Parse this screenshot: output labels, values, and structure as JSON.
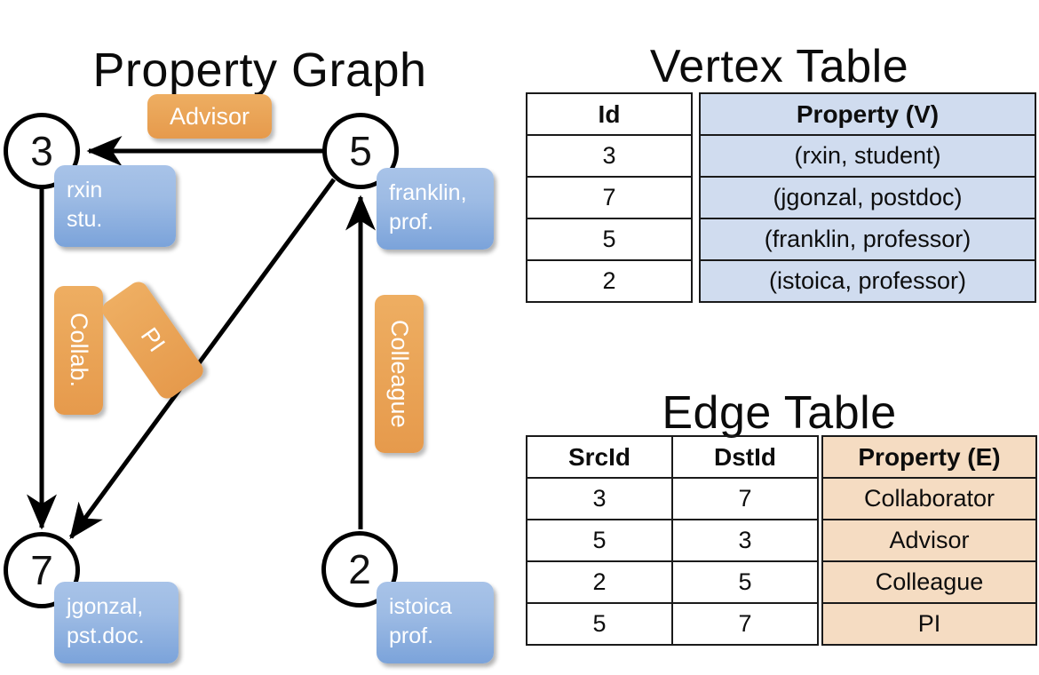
{
  "titles": {
    "property_graph": "Property Graph",
    "vertex_table": "Vertex Table",
    "edge_table": "Edge Table"
  },
  "graph": {
    "nodes": [
      {
        "id": "3",
        "label": "3",
        "property_lines": [
          "rxin",
          "stu."
        ]
      },
      {
        "id": "5",
        "label": "5",
        "property_lines": [
          "franklin,",
          "prof."
        ]
      },
      {
        "id": "7",
        "label": "7",
        "property_lines": [
          "jgonzal,",
          "pst.doc."
        ]
      },
      {
        "id": "2",
        "label": "2",
        "property_lines": [
          "istoica",
          "prof."
        ]
      }
    ],
    "node_labels": {
      "n3": "3",
      "n5": "5",
      "n7": "7",
      "n2": "2"
    },
    "property_boxes": {
      "rxin_l1": "rxin",
      "rxin_l2": "stu.",
      "franklin_l1": "franklin,",
      "franklin_l2": "prof.",
      "jgonzal_l1": "jgonzal,",
      "jgonzal_l2": "pst.doc.",
      "istoica_l1": "istoica",
      "istoica_l2": "prof."
    },
    "edge_labels": {
      "advisor": "Advisor",
      "collab": "Collab.",
      "pi": "PI",
      "colleague": "Colleague"
    },
    "edges": [
      {
        "from": "5",
        "to": "3",
        "label": "Advisor"
      },
      {
        "from": "3",
        "to": "7",
        "label": "Collab."
      },
      {
        "from": "5",
        "to": "7",
        "label": "PI"
      },
      {
        "from": "2",
        "to": "5",
        "label": "Colleague"
      }
    ]
  },
  "vertex_table": {
    "headers": {
      "id": "Id",
      "property": "Property (V)"
    },
    "rows": [
      {
        "id": "3",
        "property": "(rxin, student)"
      },
      {
        "id": "7",
        "property": "(jgonzal, postdoc)"
      },
      {
        "id": "5",
        "property": "(franklin, professor)"
      },
      {
        "id": "2",
        "property": "(istoica, professor)"
      }
    ]
  },
  "edge_table": {
    "headers": {
      "src": "SrcId",
      "dst": "DstId",
      "property": "Property (E)"
    },
    "rows": [
      {
        "src": "3",
        "dst": "7",
        "property": "Collaborator"
      },
      {
        "src": "5",
        "dst": "3",
        "property": "Advisor"
      },
      {
        "src": "2",
        "dst": "5",
        "property": "Colleague"
      },
      {
        "src": "5",
        "dst": "7",
        "property": "PI"
      }
    ]
  },
  "colors": {
    "vertex_property_fill": "#d0dcef",
    "edge_property_fill": "#f5dcc2",
    "node_property_box": "#9dbbe4",
    "edge_label_box": "#eaa558",
    "stroke": "#000000"
  }
}
